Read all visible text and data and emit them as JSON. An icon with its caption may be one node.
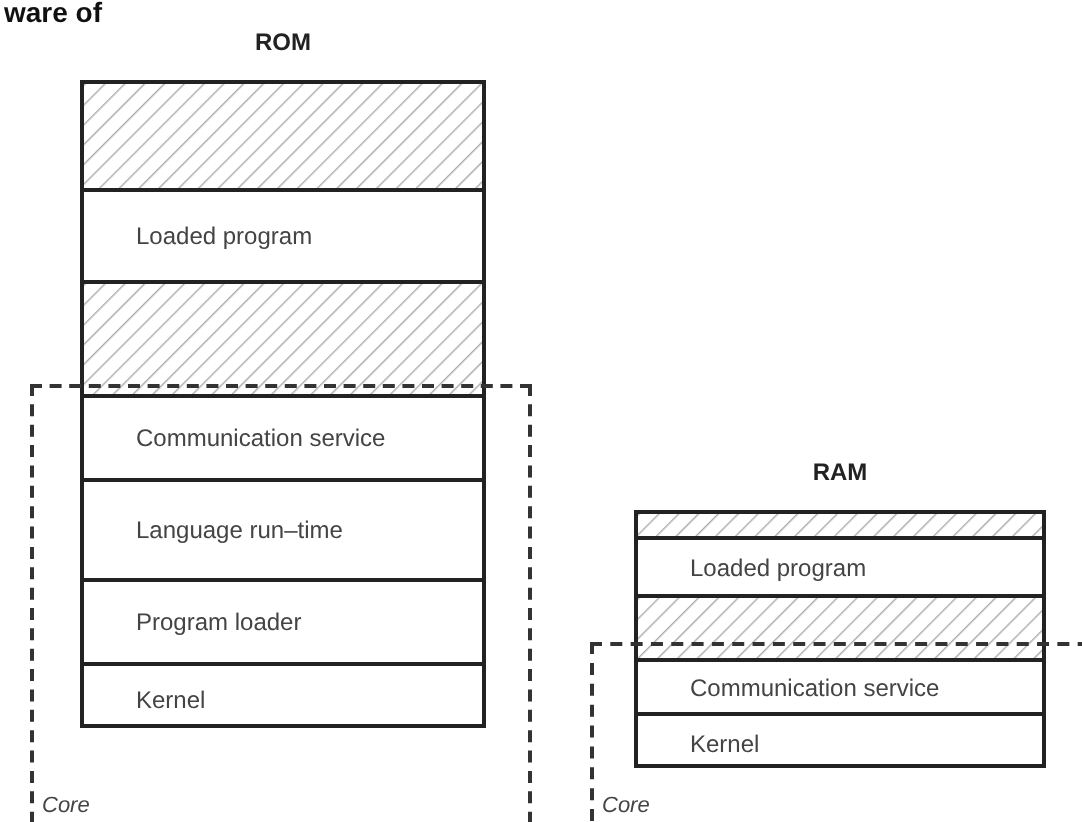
{
  "diagram": {
    "nodes": [
      {
        "text": [
          "ROM"
        ]
      },
      {
        "text": [],
        "shape": "box",
        "in": 0
      },
      {
        "text": [
          "Loaded program"
        ],
        "in": 0
      },
      {
        "text": [],
        "shape": "box",
        "in": 0
      },
      {
        "text": [
          "Communication service"
        ]
      },
      {
        "text": [
          "Language run–time"
        ]
      },
      {
        "text": [
          "Program loader"
        ]
      },
      {
        "text": [
          "Kernel"
        ]
      },
      {
        "text": [
          "Core"
        ]
      },
      {
        "text": [
          "RAM"
        ]
      },
      {
        "text": [],
        "shape": "box",
        "in": 9
      },
      {
        "text": [
          "Loaded program"
        ],
        "in": 9
      },
      {
        "text": [],
        "shape": "box",
        "in": 9
      },
      {
        "text": [
          "Communication service"
        ]
      },
      {
        "text": [
          "Kernel"
        ]
      },
      {
        "text": [
          "Core"
        ]
      }
    ],
    "edges": [],
    "labels": [
      "ware of"
    ]
  }
}
